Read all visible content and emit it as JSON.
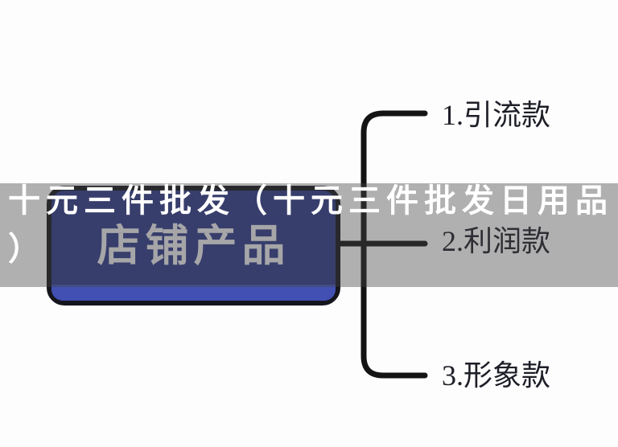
{
  "background_color": "#fcfdfc",
  "watermark": {
    "full_text": "十元三件批发（十元三件批发日用品）",
    "line1": "十元三件批发（十元三件批发日用品",
    "line2": "）",
    "text_color": "#ffffff",
    "band_color_rgba": "rgba(70,70,70,0.42)"
  },
  "mindmap": {
    "root": {
      "label": "店铺产品",
      "fill_color": "#2e3a88",
      "accent_strip_color": "#4150b2",
      "text_color": "#ececef",
      "border_color": "#15151d"
    },
    "branches": [
      {
        "label": "1.引流款"
      },
      {
        "label": "2.利润款"
      },
      {
        "label": "3.形象款"
      }
    ],
    "line_color": "#141414",
    "branch_label_color": "#1e1e28"
  }
}
